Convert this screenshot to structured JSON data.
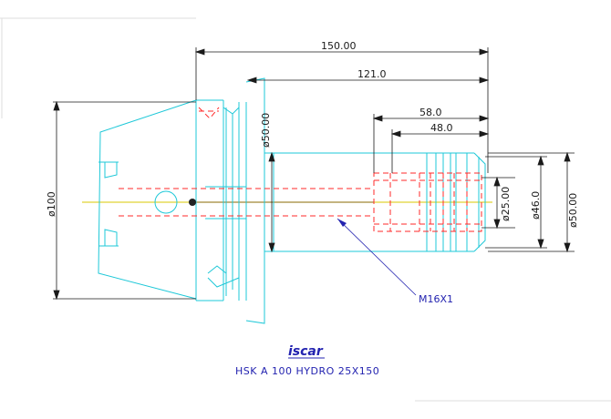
{
  "drawing": {
    "title": "HSK A 100 HYDRO 25X150",
    "logo_text": "iscar",
    "colors": {
      "body": "#1ec8d8",
      "hidden": "#ff2a2a",
      "centerline": "#d8c800",
      "dimension": "#1a1a1a",
      "callout": "#2323b0",
      "logo": "#2323b0"
    },
    "dimensions": {
      "overall_length": "150.00",
      "shank_length": "121.0",
      "bore_depth": "58.0",
      "clamp_length": "48.0",
      "flange_diameter": "ø100",
      "shank_diameter": "ø50.00",
      "bore_diameter": "ø25.00",
      "nose_diameter": "ø46.0",
      "outer_diameter": "ø50.00"
    },
    "callout": {
      "thread": "M16X1"
    }
  }
}
